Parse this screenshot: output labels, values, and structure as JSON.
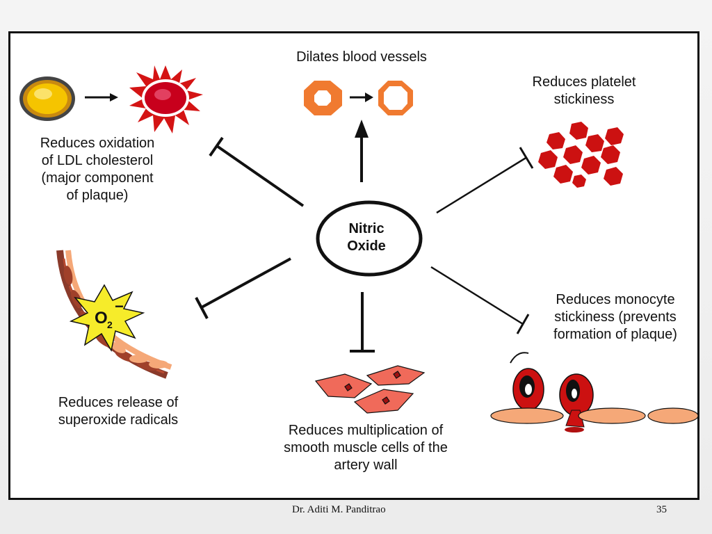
{
  "center_node": {
    "line1": "Nitric",
    "line2": "Oxide"
  },
  "effects": {
    "dilates": "Dilates blood vessels",
    "oxidation": "Reduces oxidation\nof LDL cholesterol\n(major component\nof plaque)",
    "platelet": "Reduces platelet\nstickiness",
    "superoxide": "Reduces release of\nsuperoxide radicals",
    "smooth_muscle": "Reduces multiplication of\nsmooth muscle cells of the\nartery wall",
    "monocyte": "Reduces monocyte\nstickiness (prevents\nformation of plaque)"
  },
  "oxygen_label": {
    "symbol": "O",
    "subscript": "2",
    "charge": "−"
  },
  "footer": {
    "author": "Dr. Aditi M. Panditrao",
    "page_number": "35"
  },
  "colors": {
    "orange": "#f07a30",
    "red": "#cc1111",
    "muscle_pink": "#f06a5a",
    "cell_tan": "#f5a878",
    "star_yellow": "#f6ec2a",
    "ldl_yellow": "#f5c400"
  }
}
